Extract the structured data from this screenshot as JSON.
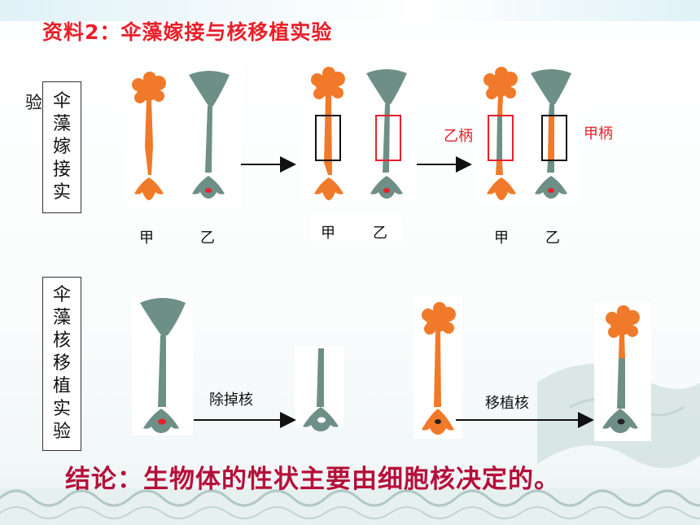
{
  "title": "资料2：伞藻嫁接与核移植实验",
  "stray_char": "验",
  "box1_text": "伞藻嫁接实",
  "box2_text": "伞藻核移植实验",
  "labels": {
    "jia": "甲",
    "yi": "乙"
  },
  "handle_labels": {
    "yi_handle": "乙柄",
    "jia_handle": "甲柄"
  },
  "arrow_labels": {
    "remove_nucleus": "除掉核",
    "transplant_nucleus": "移植核"
  },
  "conclusion": "结论：生物体的性状主要由细胞核决定的。",
  "colors": {
    "title": "#e8202a",
    "conclusion": "#b5103a",
    "orange_alga": "#f07a2a",
    "gray_alga": "#6e8f86",
    "nucleus": "#e8202a"
  }
}
